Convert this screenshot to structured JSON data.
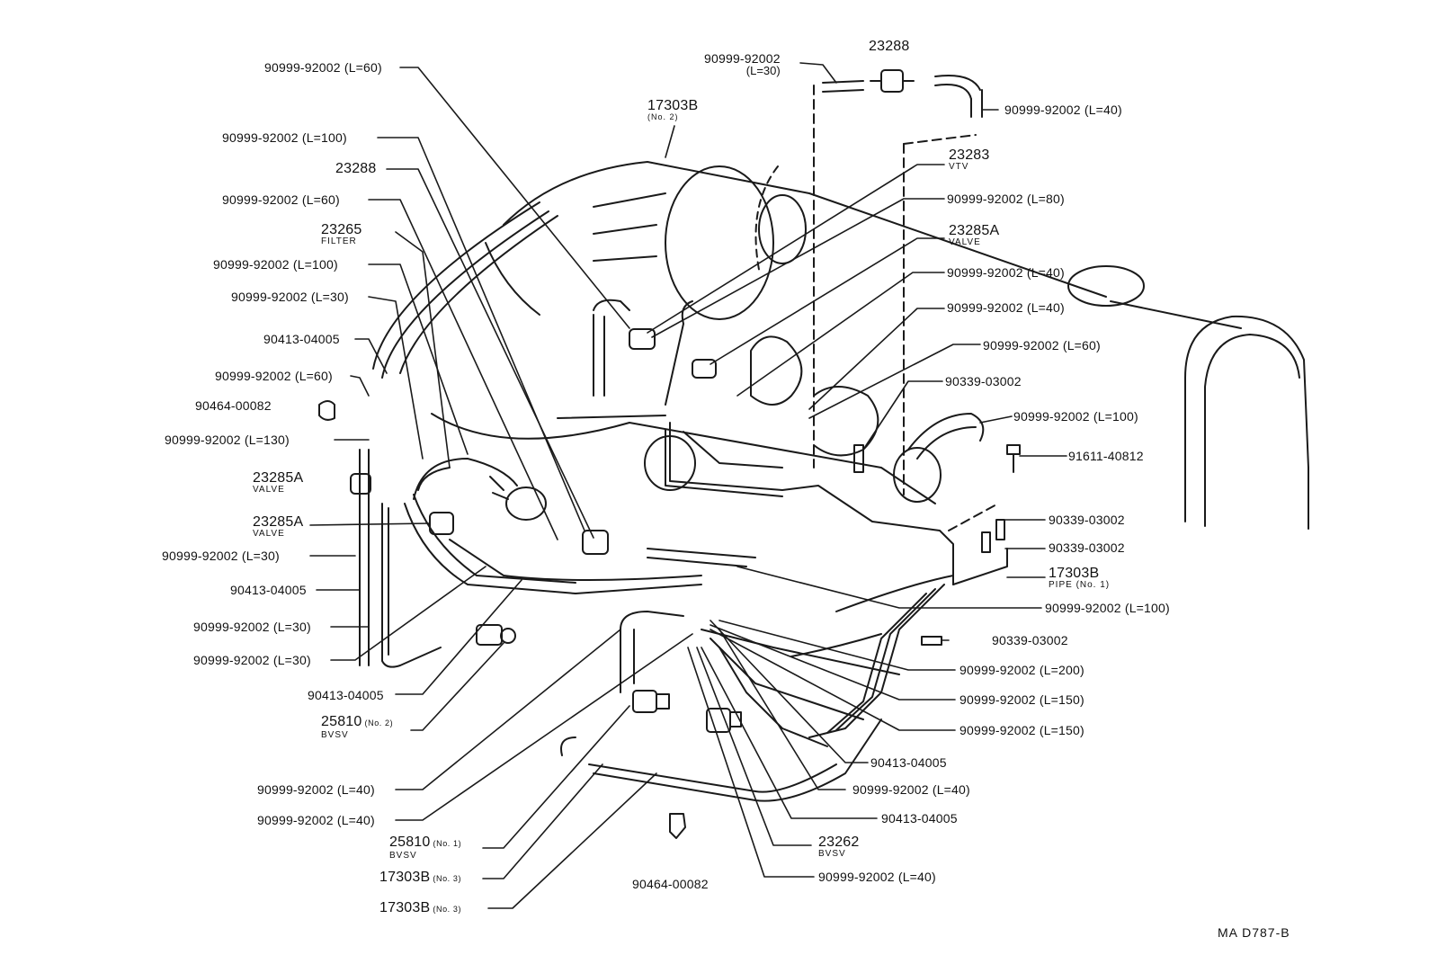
{
  "labels": {
    "l01": {
      "pn": "90999-92002",
      "spec": "(L=60)"
    },
    "l02": {
      "pn": "90999-92002",
      "spec": "(L=100)"
    },
    "l03": {
      "pn": "23288"
    },
    "l04": {
      "pn": "90999-92002",
      "spec": "(L=60)"
    },
    "l05": {
      "pn": "23265",
      "sub": "FILTER"
    },
    "l06": {
      "pn": "90999-92002",
      "spec": "(L=100)"
    },
    "l07": {
      "pn": "90999-92002",
      "spec": "(L=30)"
    },
    "l08": {
      "pn": "90413-04005"
    },
    "l09": {
      "pn": "90999-92002",
      "spec": "(L=60)"
    },
    "l10": {
      "pn": "90464-00082"
    },
    "l11": {
      "pn": "90999-92002",
      "spec": "(L=130)"
    },
    "l12": {
      "pn": "23285A",
      "sub": "VALVE"
    },
    "l13": {
      "pn": "23285A",
      "sub": "VALVE"
    },
    "l14": {
      "pn": "90999-92002",
      "spec": "(L=30)"
    },
    "l15": {
      "pn": "90413-04005"
    },
    "l16": {
      "pn": "90999-92002",
      "spec": "(L=30)"
    },
    "l17": {
      "pn": "90999-92002",
      "spec": "(L=30)"
    },
    "l18": {
      "pn": "90413-04005"
    },
    "l19": {
      "pn": "25810",
      "tag": "(No. 2)",
      "sub": "BVSV"
    },
    "l20": {
      "pn": "90999-92002",
      "spec": "(L=40)"
    },
    "l21": {
      "pn": "90999-92002",
      "spec": "(L=40)"
    },
    "l22": {
      "pn": "25810",
      "tag": "(No. 1)",
      "sub": "BVSV"
    },
    "l23": {
      "pn": "17303B",
      "tag": "(No. 3)"
    },
    "l24": {
      "pn": "17303B",
      "tag": "(No. 3)"
    },
    "l25": {
      "pn": "90464-00082"
    },
    "l26": {
      "pn": "90999-92002",
      "spec": "(L=40)"
    },
    "l27": {
      "pn": "23262",
      "sub": "BVSV"
    },
    "l28": {
      "pn": "90413-04005"
    },
    "l29": {
      "pn": "90999-92002",
      "spec": "(L=40)"
    },
    "l30": {
      "pn": "90413-04005"
    },
    "l31": {
      "pn": "90999-92002",
      "spec": "(L=150)"
    },
    "l32": {
      "pn": "90999-92002",
      "spec": "(L=150)"
    },
    "l33": {
      "pn": "90999-92002",
      "spec": "(L=200)"
    },
    "l34": {
      "pn": "90339-03002"
    },
    "l35": {
      "pn": "90999-92002",
      "spec": "(L=100)"
    },
    "l36": {
      "pn": "17303B",
      "sub": "PIPE (No. 1)"
    },
    "l37": {
      "pn": "90339-03002"
    },
    "l38": {
      "pn": "90339-03002"
    },
    "l39": {
      "pn": "91611-40812"
    },
    "l40": {
      "pn": "90999-92002",
      "spec": "(L=100)"
    },
    "l41": {
      "pn": "90339-03002"
    },
    "l42": {
      "pn": "90999-92002",
      "spec": "(L=60)"
    },
    "l43": {
      "pn": "90999-92002",
      "spec": "(L=40)"
    },
    "l44": {
      "pn": "90999-92002",
      "spec": "(L=40)"
    },
    "l45": {
      "pn": "23285A",
      "sub": "VALVE"
    },
    "l46": {
      "pn": "90999-92002",
      "spec": "(L=80)"
    },
    "l47": {
      "pn": "23283",
      "sub": "VTV"
    },
    "l48": {
      "pn": "90999-92002",
      "spec": "(L=40)"
    },
    "l49": {
      "pn": "23288"
    },
    "l50": {
      "pn": "90999-92002",
      "spec": "(L=30)"
    },
    "l51": {
      "pn": "17303B",
      "sub": "(No. 2)"
    }
  },
  "drawing_code": "MA  D787-B"
}
